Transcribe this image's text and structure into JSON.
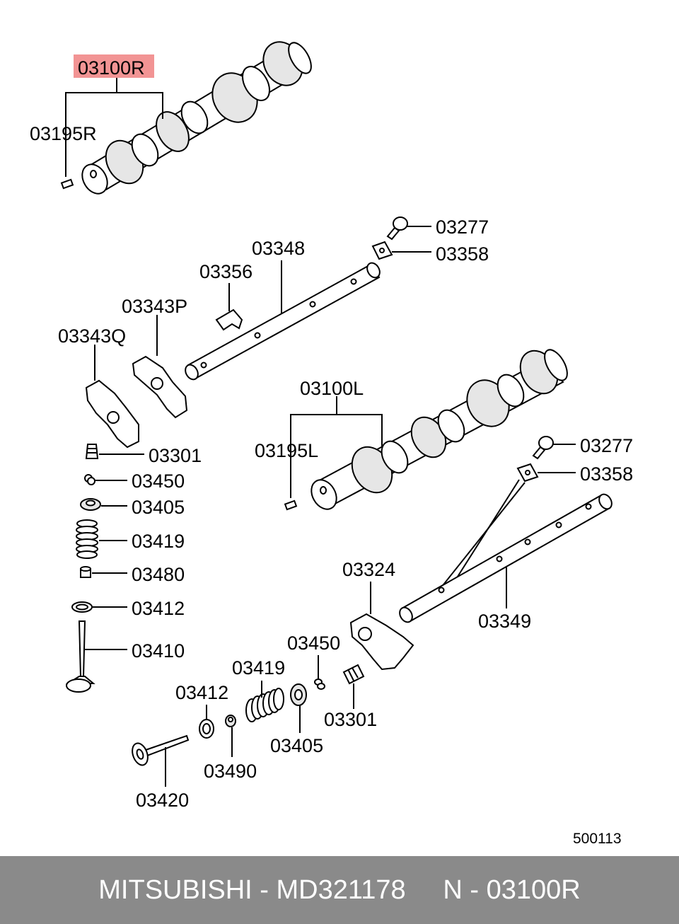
{
  "labels": {
    "camshaft_r": "03100R",
    "pin_r": "03195R",
    "bolt_top": "03277",
    "washer_top": "03358",
    "shaft_a": "03348",
    "clip": "03356",
    "rocker_p": "03343P",
    "rocker_q": "03343Q",
    "camshaft_l": "03100L",
    "pin_l": "03195L",
    "adjuster_left": "03301",
    "key_left": "03450",
    "retainer_left": "03405",
    "spring_left": "03419",
    "seal_left": "03480",
    "seat_left": "03412",
    "valve_left": "03410",
    "bolt_right": "03277",
    "washer_right": "03358",
    "rocker_right": "03324",
    "shaft_b": "03349",
    "key_bottom": "03450",
    "spring_bottom": "03419",
    "seat_bottom": "03412",
    "adjuster_bottom": "03301",
    "retainer_bottom": "03405",
    "seal_bottom": "03490",
    "valve_bottom": "03420"
  },
  "diagram_id": "500113",
  "footer": {
    "text": "MITSUBISHI - MD321178     N - 03100R"
  },
  "colors": {
    "highlight": "#f29494",
    "footer_bg": "#8a8a8a",
    "footer_text": "#ffffff"
  }
}
